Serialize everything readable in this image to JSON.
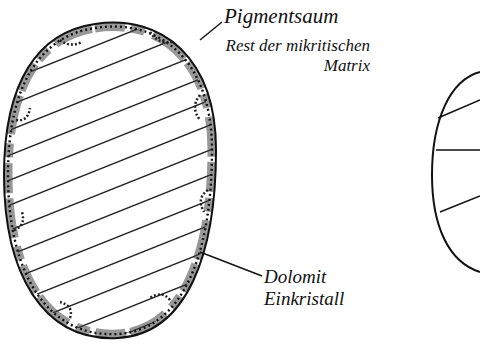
{
  "diagram": {
    "labels": [
      "Pigmentsaum",
      "Rest der mikritischen Matrix",
      "Dolomit Einkristall"
    ]
  }
}
